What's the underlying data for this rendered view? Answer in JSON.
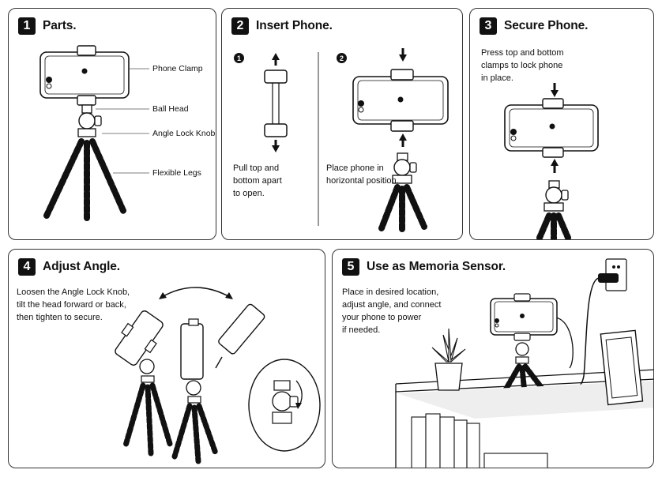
{
  "panels": {
    "parts": {
      "number": "1",
      "title": "Parts.",
      "labels": {
        "phone_clamp": "Phone Clamp",
        "ball_head": "Ball Head",
        "angle_lock_knob": "Angle Lock Knob",
        "flexible_legs": "Flexible Legs"
      }
    },
    "insert": {
      "number": "2",
      "title": "Insert Phone.",
      "sub1": {
        "number": "1",
        "text": "Pull top and\nbottom apart\nto open."
      },
      "sub2": {
        "number": "2",
        "text": "Place phone in\nhorizontal position."
      }
    },
    "secure": {
      "number": "3",
      "title": "Secure Phone.",
      "text": "Press top and bottom\nclamps to lock phone\nin place."
    },
    "adjust": {
      "number": "4",
      "title": "Adjust Angle.",
      "text": "Loosen the Angle Lock Knob,\ntilt the head forward or back,\nthen tighten to secure."
    },
    "use": {
      "number": "5",
      "title": "Use as Memoria Sensor.",
      "text": "Place in desired location,\nadjust angle, and connect\nyour phone to power\nif needed."
    }
  },
  "colors": {
    "ink": "#111111",
    "border": "#333333",
    "fill": "#ffffff",
    "shade": "#eeeeee"
  }
}
